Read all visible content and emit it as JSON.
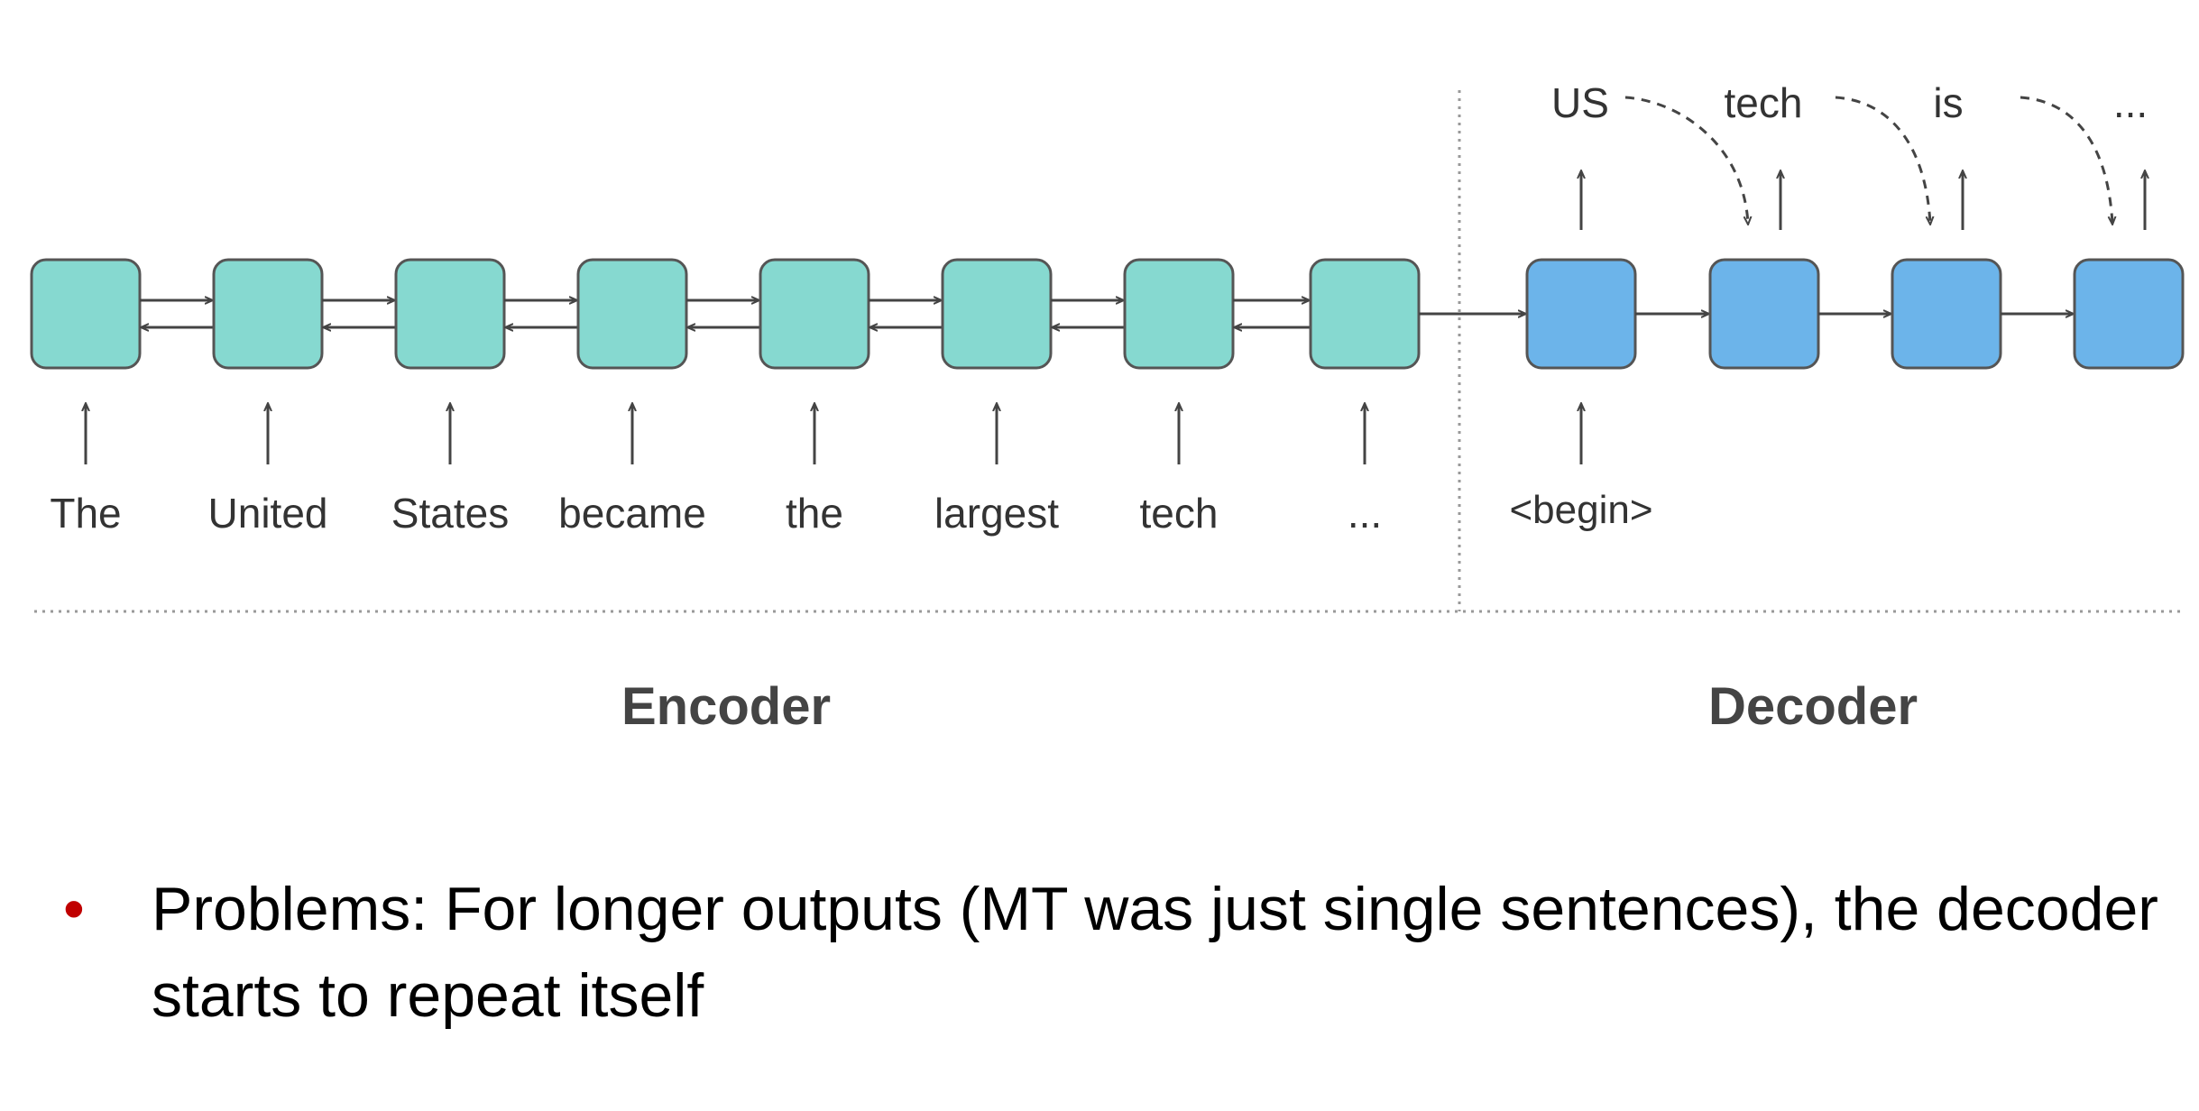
{
  "diagram": {
    "encoder_inputs": [
      "The",
      "United",
      "States",
      "became",
      "the",
      "largest",
      "tech",
      "..."
    ],
    "decoder_input": "<begin>",
    "decoder_outputs": [
      "US",
      "tech",
      "is",
      "..."
    ],
    "section_labels": {
      "encoder": "Encoder",
      "decoder": "Decoder"
    },
    "colors": {
      "encoder_cell": "#86d9d0",
      "decoder_cell": "#6cb4ea",
      "cell_border": "#555555",
      "arrow": "#444444",
      "label": "#333333",
      "bullet": "#c00000"
    }
  },
  "bullet": {
    "text": "Problems: For longer outputs (MT was just single sentences), the decoder starts to repeat itself"
  }
}
